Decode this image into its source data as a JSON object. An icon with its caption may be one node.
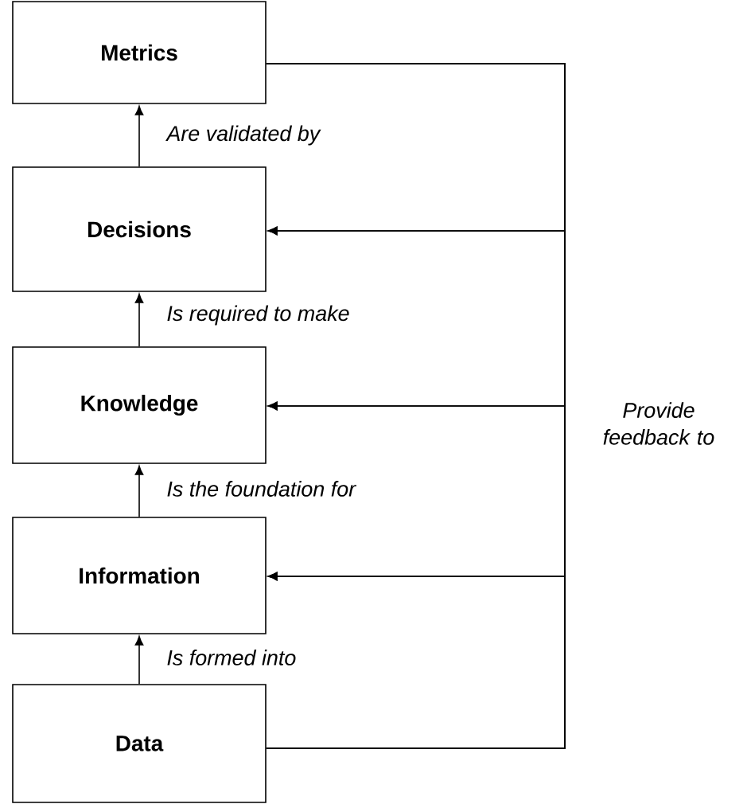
{
  "diagram": {
    "nodes": [
      {
        "text": [
          "Metrics"
        ]
      },
      {
        "text": [
          "Decisions"
        ]
      },
      {
        "text": [
          "Knowledge"
        ]
      },
      {
        "text": [
          "Information"
        ]
      },
      {
        "text": [
          "Data"
        ]
      }
    ],
    "edges": [
      {
        "from": 4,
        "to": 3,
        "arrow": "to",
        "label": "Is formed into"
      },
      {
        "from": 3,
        "to": 2,
        "arrow": "to",
        "label": "Is the foundation for"
      },
      {
        "from": 2,
        "to": 1,
        "arrow": "to",
        "label": "Is required to make"
      },
      {
        "from": 1,
        "to": 0,
        "arrow": "to",
        "label": "Are validated by"
      },
      {
        "from": 0,
        "to": 1,
        "arrow": "to"
      },
      {
        "from": 0,
        "to": 2,
        "arrow": "to"
      },
      {
        "from": 0,
        "to": 3,
        "arrow": "to"
      },
      {
        "from": 4,
        "to": 1,
        "arrow": "to"
      },
      {
        "from": 4,
        "to": 2,
        "arrow": "to"
      },
      {
        "from": 4,
        "to": 3,
        "arrow": "to"
      }
    ],
    "labels": [
      "Provide feedback to"
    ]
  }
}
